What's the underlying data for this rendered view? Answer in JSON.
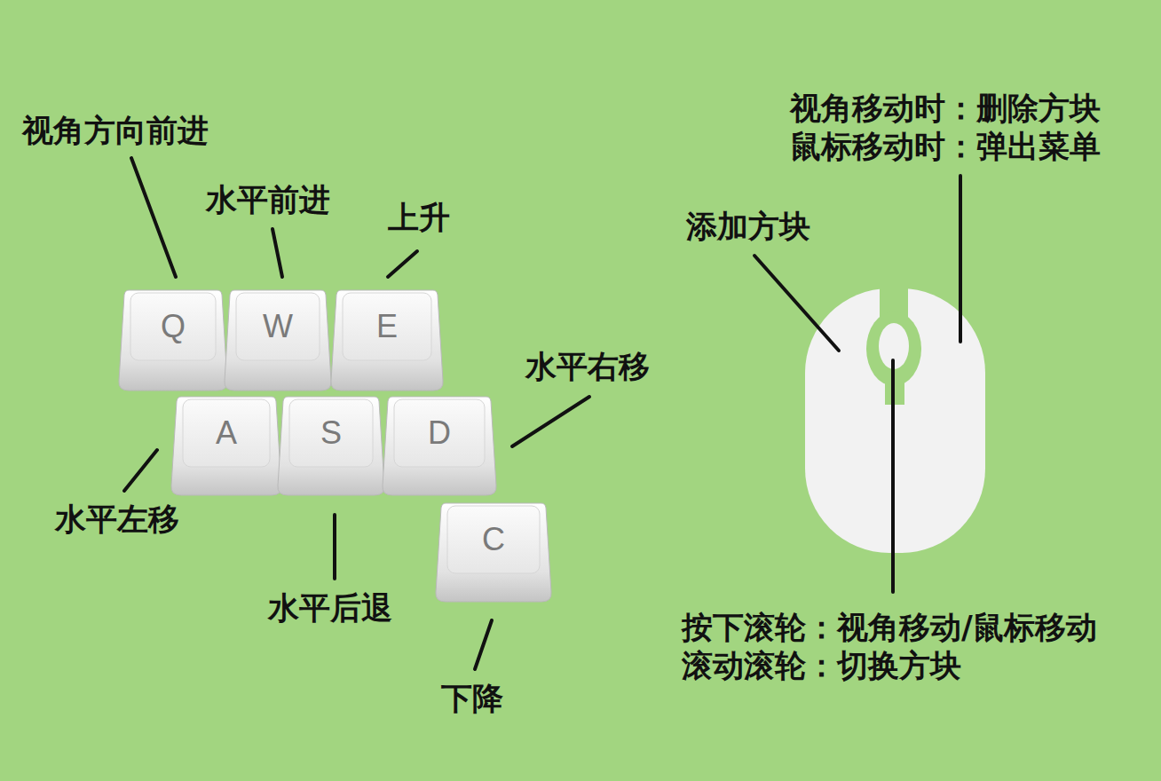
{
  "diagram": {
    "nodes": [
      {
        "text": [
          "Q"
        ]
      },
      {
        "text": [
          "W"
        ]
      },
      {
        "text": [
          "E"
        ]
      },
      {
        "text": [
          "A"
        ]
      },
      {
        "text": [
          "S"
        ]
      },
      {
        "text": [
          "D"
        ]
      },
      {
        "text": [
          "C"
        ]
      }
    ],
    "labels": [
      "视角方向前进",
      "水平前进",
      "上升",
      "水平右移",
      "水平左移",
      "水平后退",
      "下降",
      "视角移动时：删除方块",
      "鼠标移动时：弹出菜单",
      "添加方块",
      "按下滚轮：视角移动/鼠标移动",
      "滚动滚轮：切换方块"
    ]
  }
}
